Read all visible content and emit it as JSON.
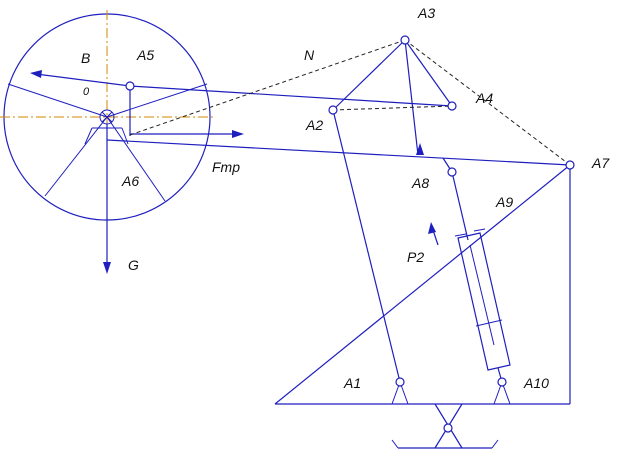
{
  "labels": {
    "A1": "A1",
    "A2": "A2",
    "A3": "A3",
    "A4": "A4",
    "A5": "A5",
    "A6": "A6",
    "A7": "A7",
    "A8": "A8",
    "A9": "A9",
    "A10": "A10",
    "B": "B",
    "O": "0",
    "N": "N",
    "Fmp": "Fmp",
    "G": "G",
    "P2": "P2"
  },
  "colors": {
    "line": "#1f1fbf",
    "centerline": "#d08a00",
    "dashed": "#222222",
    "text": "#111111"
  }
}
